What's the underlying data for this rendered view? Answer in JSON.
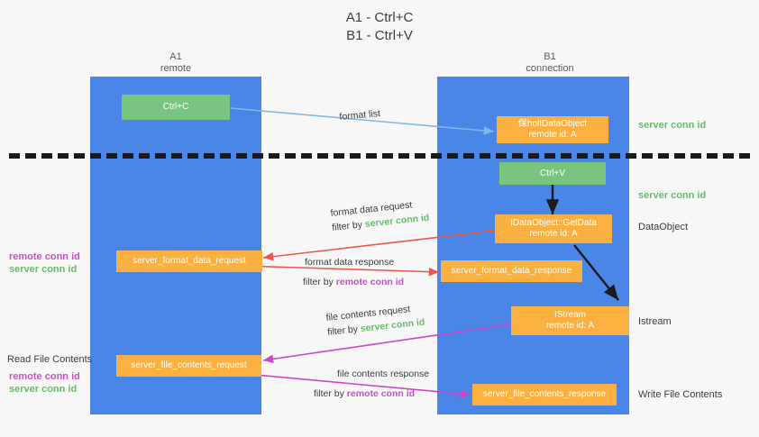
{
  "title": {
    "line1": "A1 - Ctrl+C",
    "line2": "B1 - Ctrl+V"
  },
  "lanes": [
    {
      "name": "A1",
      "sub": "remote"
    },
    {
      "name": "B1",
      "sub": "connection"
    }
  ],
  "boxes": {
    "ctrl_c": "Ctrl+C",
    "ole_set_clipboard_l1": "保holIDataObject",
    "ole_set_clipboard_l2": "remote id: A",
    "ctrl_v": "Ctrl+V",
    "getdata_l1": "IDataObject::GetData",
    "getdata_l2": "remote id: A",
    "server_format_data_request": "server_format_data_request",
    "server_format_data_response": "server_format_data_response",
    "istream_l1": "IStream",
    "istream_l2": "remote id: A",
    "server_file_contents_request": "server_file_contents_request",
    "server_file_contents_response": "server_file_contents_response"
  },
  "edge_labels": {
    "format_list": "format list",
    "format_data_request": "format data request",
    "format_data_request_filter_prefix": "filter by ",
    "format_data_request_filter_value": "server conn id",
    "format_data_response": "format data response",
    "format_data_response_filter_prefix": "filter by ",
    "format_data_response_filter_value": "remote conn id",
    "file_contents_request": "file contents request",
    "file_contents_request_filter_prefix": "filter by ",
    "file_contents_request_filter_value": "server conn id",
    "file_contents_response": "file contents response",
    "file_contents_response_filter_prefix": "filter by ",
    "file_contents_response_filter_value": "remote conn id"
  },
  "right_annotations": {
    "server_conn_id_top": "server conn id",
    "server_conn_id_second": "server conn id",
    "dataobject": "DataObject",
    "istream": "Istream",
    "write_file_contents": "Write File Contents"
  },
  "left_annotations": {
    "remote_conn_id_1": "remote conn id",
    "server_conn_id_1": "server conn id",
    "read_file_contents": "Read File Contents",
    "remote_conn_id_2": "remote conn id",
    "server_conn_id_2": "server conn id"
  },
  "colors": {
    "lane": "#4a86e8",
    "green_box": "#7bc47f",
    "orange_box": "#fbb040",
    "green_text": "#6aba6e",
    "magenta_text": "#c452c4",
    "arrow_blue": "#7fb8e8",
    "arrow_red": "#e8594a",
    "arrow_magenta": "#cc44cc",
    "arrow_dark": "#1a1a1a",
    "background": "#f7f7f7"
  }
}
